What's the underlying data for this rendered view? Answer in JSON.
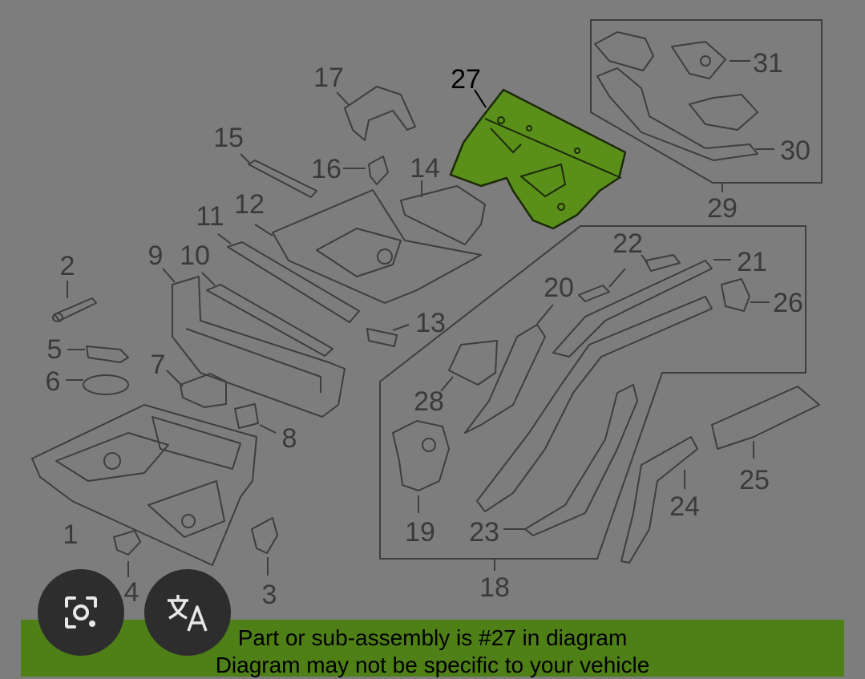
{
  "diagram": {
    "labels": {
      "l1": "1",
      "l2": "2",
      "l3": "3",
      "l4": "4",
      "l5": "5",
      "l6": "6",
      "l7": "7",
      "l8": "8",
      "l9": "9",
      "l10": "10",
      "l11": "11",
      "l12": "12",
      "l13": "13",
      "l14": "14",
      "l15": "15",
      "l16": "16",
      "l17": "17",
      "l18": "18",
      "l19": "19",
      "l20": "20",
      "l21": "21",
      "l22": "22",
      "l23": "23",
      "l24": "24",
      "l25": "25",
      "l26": "26",
      "l27": "27",
      "l28": "28",
      "l29": "29",
      "l30": "30",
      "l31": "31"
    },
    "highlight_color": "#5a8f1a"
  },
  "banner": {
    "line1": "Part or sub-assembly is #27 in diagram",
    "line2": "Diagram may not be specific to your vehicle",
    "color": "#4f7f17"
  },
  "overlay_buttons": {
    "lens": {
      "icon": "camera-search-icon"
    },
    "translate": {
      "icon": "translate-icon"
    }
  }
}
